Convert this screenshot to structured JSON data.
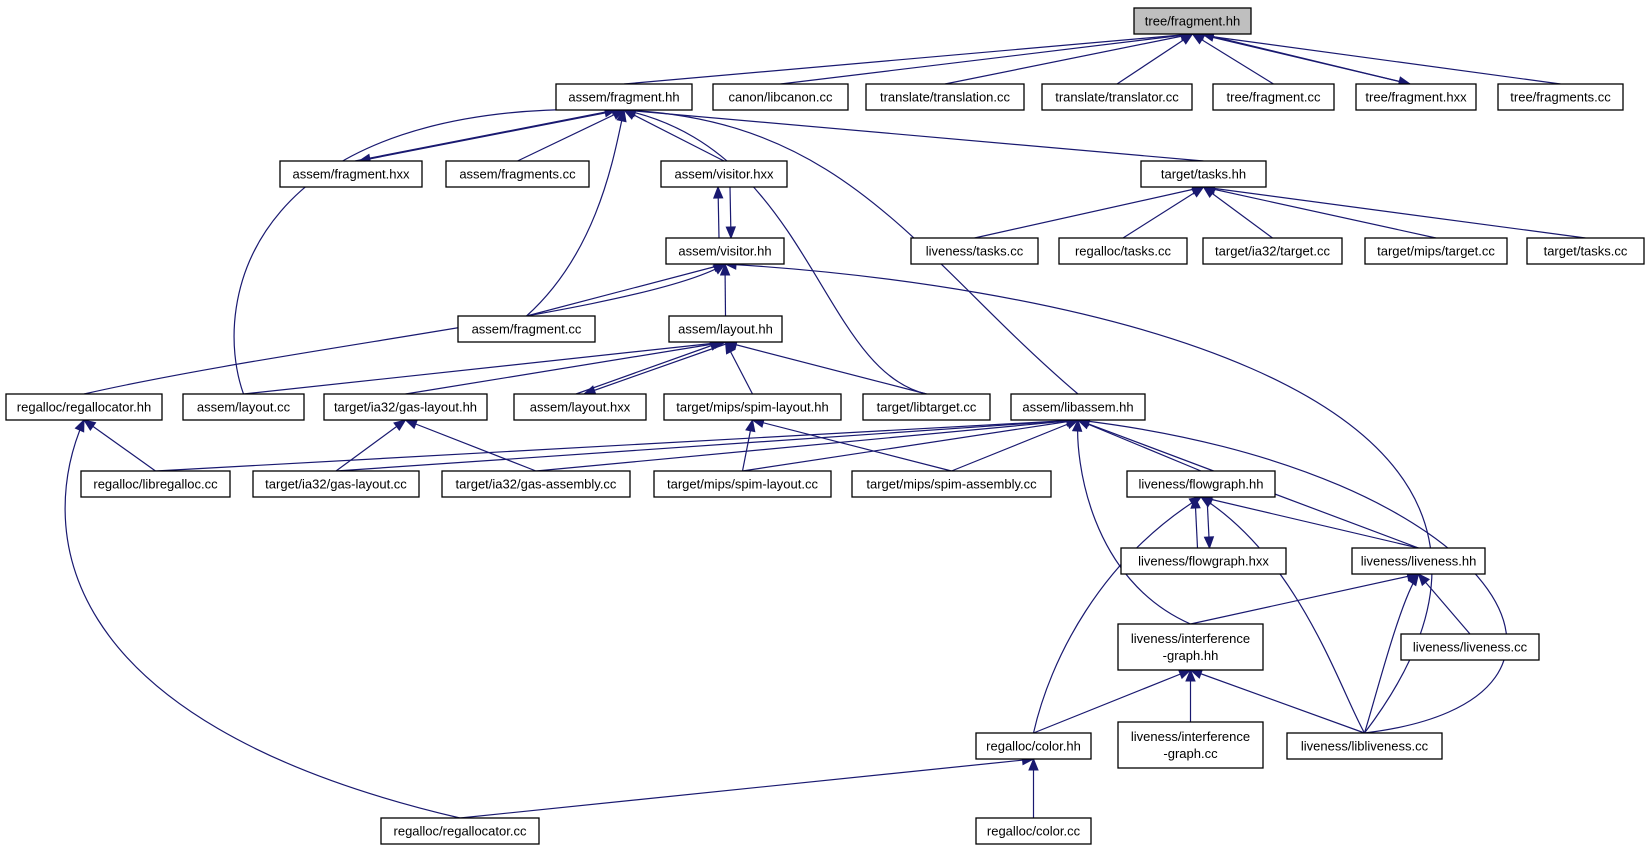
{
  "colors": {
    "edge": "#191970",
    "root_fill": "#bfbfbf",
    "node_fill": "#ffffff",
    "node_border": "#000000"
  },
  "graph": {
    "nodes": [
      {
        "id": "n0",
        "label": "tree/fragment.hh",
        "root": true
      },
      {
        "id": "n1",
        "label": "assem/fragment.hh"
      },
      {
        "id": "n2",
        "label": "canon/libcanon.cc"
      },
      {
        "id": "n3",
        "label": "translate/translation.cc"
      },
      {
        "id": "n4",
        "label": "translate/translator.cc"
      },
      {
        "id": "n5",
        "label": "tree/fragment.cc"
      },
      {
        "id": "n6",
        "label": "tree/fragment.hxx"
      },
      {
        "id": "n7",
        "label": "tree/fragments.cc"
      },
      {
        "id": "n8",
        "label": "assem/fragment.hxx"
      },
      {
        "id": "n9",
        "label": "assem/fragments.cc"
      },
      {
        "id": "n10",
        "label": "assem/visitor.hxx"
      },
      {
        "id": "n11",
        "label": "target/tasks.hh"
      },
      {
        "id": "n12",
        "label": "liveness/tasks.cc"
      },
      {
        "id": "n13",
        "label": "regalloc/tasks.cc"
      },
      {
        "id": "n14",
        "label": "target/ia32/target.cc"
      },
      {
        "id": "n15",
        "label": "target/mips/target.cc"
      },
      {
        "id": "n16",
        "label": "target/tasks.cc"
      },
      {
        "id": "n17",
        "label": "assem/visitor.hh"
      },
      {
        "id": "n18",
        "label": "assem/fragment.cc"
      },
      {
        "id": "n19",
        "label": "assem/layout.hh"
      },
      {
        "id": "n20",
        "label": "regalloc/regallocator.hh"
      },
      {
        "id": "n21",
        "label": "assem/layout.cc"
      },
      {
        "id": "n22",
        "label": "target/ia32/gas-layout.hh"
      },
      {
        "id": "n23",
        "label": "assem/layout.hxx"
      },
      {
        "id": "n24",
        "label": "target/mips/spim-layout.hh"
      },
      {
        "id": "n25",
        "label": "target/libtarget.cc"
      },
      {
        "id": "n26",
        "label": "assem/libassem.hh"
      },
      {
        "id": "n27",
        "label": "regalloc/libregalloc.cc"
      },
      {
        "id": "n28",
        "label": "target/ia32/gas-layout.cc"
      },
      {
        "id": "n29",
        "label": "target/ia32/gas-assembly.cc"
      },
      {
        "id": "n30",
        "label": "target/mips/spim-layout.cc"
      },
      {
        "id": "n31",
        "label": "target/mips/spim-assembly.cc"
      },
      {
        "id": "n32",
        "label": "liveness/flowgraph.hh"
      },
      {
        "id": "n33",
        "label": "liveness/flowgraph.hxx"
      },
      {
        "id": "n34",
        "label": "liveness/liveness.hh"
      },
      {
        "id": "n35",
        "label": "liveness/interference\n-graph.hh"
      },
      {
        "id": "n36",
        "label": "liveness/liveness.cc"
      },
      {
        "id": "n37",
        "label": "regalloc/color.hh"
      },
      {
        "id": "n38",
        "label": "liveness/interference\n-graph.cc"
      },
      {
        "id": "n39",
        "label": "liveness/libliveness.cc"
      },
      {
        "id": "n40",
        "label": "regalloc/regallocator.cc"
      },
      {
        "id": "n41",
        "label": "regalloc/color.cc"
      }
    ]
  }
}
